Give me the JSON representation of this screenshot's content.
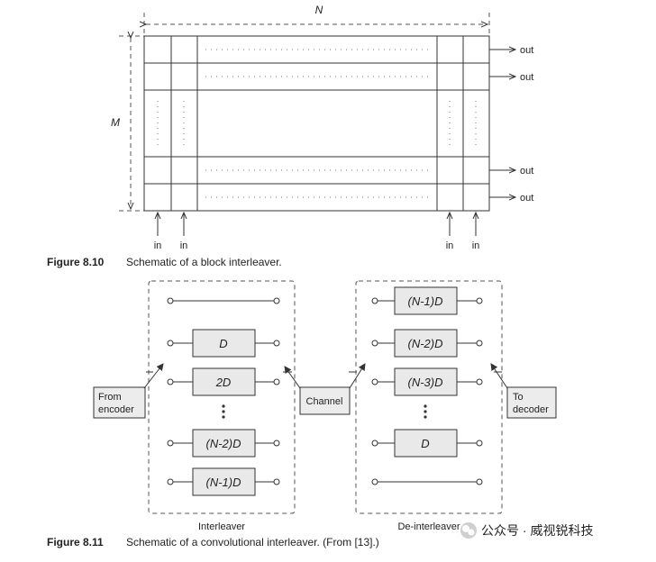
{
  "fig1": {
    "n_label": "N",
    "m_label": "M",
    "out_label": "out",
    "in_label": "in",
    "caption_label": "Figure 8.10",
    "caption_text": "Schematic of a block interleaver."
  },
  "fig2": {
    "interleaver_delays": [
      "D",
      "2D",
      "(N-2)D",
      "(N-1)D"
    ],
    "deinterleaver_delays": [
      "(N-1)D",
      "(N-2)D",
      "(N-3)D",
      "D"
    ],
    "from_encoder": [
      "From",
      "encoder"
    ],
    "channel": "Channel",
    "to_decoder": [
      "To",
      "decoder"
    ],
    "interleaver_label": "Interleaver",
    "deinterleaver_label": "De-interleaver",
    "caption_label": "Figure 8.11",
    "caption_text": "Schematic of a convolutional interleaver. (From [13].)"
  },
  "watermark": "公众号 · 威视锐科技"
}
